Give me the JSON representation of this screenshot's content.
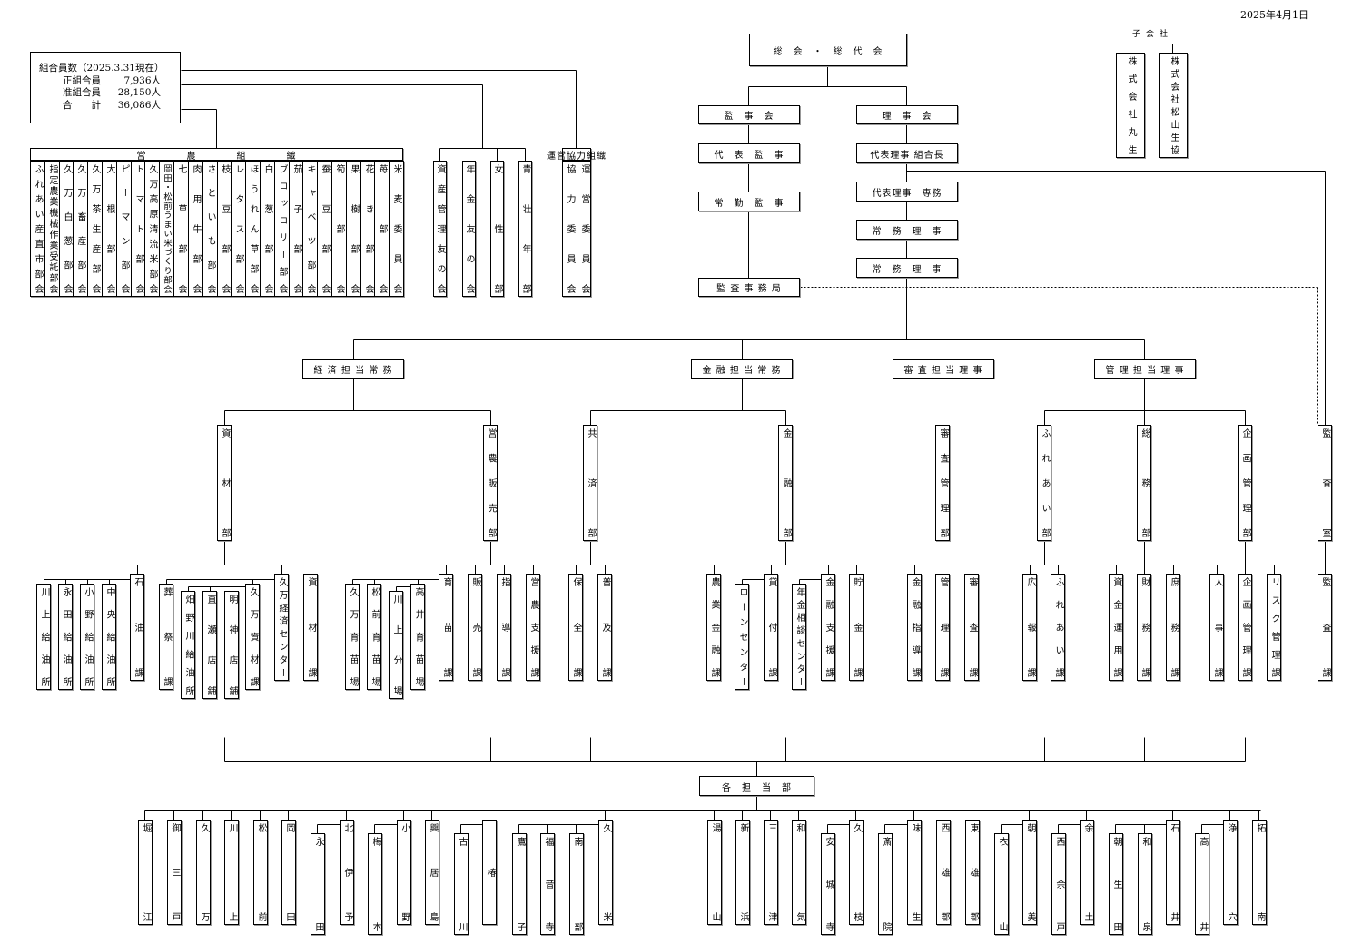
{
  "date": "2025年4月1日",
  "membership": {
    "title": "組合員数（2025.3.31現在）",
    "regular_label": "正組合員",
    "regular": "7,936人",
    "associate_label": "准組合員",
    "associate": "28,150人",
    "total_label": "合　　計",
    "total": "36,086人"
  },
  "farming_org": {
    "title": "営　　　　農　　　　組　　　　織",
    "groups": [
      "ふれあい産直市部会",
      "指定農業機械作業受託部会",
      "久万白葱部会",
      "久万畜産部会",
      "久万茶生産部会",
      "大根部会",
      "ピーマン部会",
      "トマト部会",
      "久万高原清流米部会",
      "岡田・松前うまい米づくり部会",
      "七草部会",
      "肉用牛部会",
      "さといも部会",
      "枝豆部会",
      "レタス部会",
      "ほうれん草部会",
      "白葱部会",
      "ブロッコリー部会",
      "茄子部会",
      "キャベツ部会",
      "蚕豆部会",
      "筍部会",
      "果樹部会",
      "花き部会",
      "苺部会",
      "米麦委員会"
    ]
  },
  "member_groups": [
    "資産管理友の会",
    "年金友の会",
    "女性部",
    "青壮年部"
  ],
  "cooperation": {
    "title": "運営協力組織",
    "groups": [
      "協力委員会",
      "運営委員会"
    ]
  },
  "subsidiaries": {
    "title": "子会社",
    "companies": [
      "株式会社丸生",
      "株式会社松山生協"
    ]
  },
  "general_assembly": "総　会　・　総　代　会",
  "auditors": [
    "監　事　会",
    "代　表　監　事",
    "常　勤　監　事",
    "監 査 事 務 局"
  ],
  "directors": [
    "理　事　会",
    "代表理事 組合長",
    "代表理事　専務",
    "常　務　理　事",
    "常　務　理　事"
  ],
  "divisions": [
    {
      "label": "経 済 担 当 常 務",
      "departments": [
        {
          "label": "資材部",
          "sections": [
            {
              "label": "石油課",
              "units": [
                {
                  "label": "川上給油所"
                },
                {
                  "label": "永田給油所"
                },
                {
                  "label": "小野給油所"
                },
                {
                  "label": "中央給油所"
                }
              ]
            },
            {
              "label": "久万経済センター",
              "units": [
                {
                  "label": "葬祭課"
                },
                {
                  "label": "久万資材課",
                  "units": [
                    {
                      "label": "畑野川給油所"
                    },
                    {
                      "label": "直瀬店舗"
                    },
                    {
                      "label": "明神店舗"
                    }
                  ]
                }
              ]
            },
            {
              "label": "資材課"
            }
          ]
        },
        {
          "label": "営農販売部",
          "sections": [
            {
              "label": "育苗課",
              "units": [
                {
                  "label": "久万育苗場"
                },
                {
                  "label": "松前育苗場"
                },
                {
                  "label": "高井育苗場",
                  "units": [
                    {
                      "label": "川上分場"
                    }
                  ]
                }
              ]
            },
            {
              "label": "販売課"
            },
            {
              "label": "指導課"
            },
            {
              "label": "営農支援課"
            }
          ]
        }
      ]
    },
    {
      "label": "金 融 担 当 常 務",
      "departments": [
        {
          "label": "共済部",
          "sections": [
            {
              "label": "保全課"
            },
            {
              "label": "普及課"
            }
          ]
        },
        {
          "label": "金融部",
          "sections": [
            {
              "label": "農業金融課"
            },
            {
              "label": "貸付課",
              "units": [
                {
                  "label": "ローンセンター"
                }
              ]
            },
            {
              "label": "金融支援課",
              "units": [
                {
                  "label": "年金相談センター"
                }
              ]
            },
            {
              "label": "貯金課"
            }
          ]
        }
      ]
    },
    {
      "label": "審 査 担 当 理 事",
      "departments": [
        {
          "label": "審査管理部",
          "sections": [
            {
              "label": "金融指導課"
            },
            {
              "label": "管理課"
            },
            {
              "label": "審査課"
            }
          ]
        }
      ]
    },
    {
      "label": "管 理 担 当 理 事",
      "departments": [
        {
          "label": "ふれあい部",
          "sections": [
            {
              "label": "広報課"
            },
            {
              "label": "ふれあい課"
            }
          ]
        },
        {
          "label": "総務部",
          "sections": [
            {
              "label": "資金運用課"
            },
            {
              "label": "財務課"
            },
            {
              "label": "庶務課"
            }
          ]
        },
        {
          "label": "企画管理部",
          "sections": [
            {
              "label": "人事課"
            },
            {
              "label": "企画管理課"
            },
            {
              "label": "リスク管理課"
            }
          ]
        }
      ]
    }
  ],
  "audit_office": {
    "label": "監査室",
    "sections": [
      {
        "label": "監査課"
      }
    ]
  },
  "branches": {
    "label": "各　担　当　部",
    "offices": [
      {
        "label": "堀江",
        "type": "branch"
      },
      {
        "label": "御三戸",
        "type": "branch"
      },
      {
        "label": "久万",
        "type": "branch"
      },
      {
        "label": "川上",
        "type": "branch"
      },
      {
        "label": "松前",
        "type": "branch"
      },
      {
        "label": "岡田",
        "type": "branch"
      },
      {
        "label": "永田",
        "type": "sub-branch"
      },
      {
        "label": "北伊予",
        "type": "branch"
      },
      {
        "label": "梅本",
        "type": "sub-branch"
      },
      {
        "label": "小野",
        "type": "branch"
      },
      {
        "label": "興居島",
        "type": "branch"
      },
      {
        "label": "古川",
        "type": "sub-branch"
      },
      {
        "label": "椿",
        "type": "branch"
      },
      {
        "label": "鷹子",
        "type": "sub-branch"
      },
      {
        "label": "福音寺",
        "type": "sub-branch"
      },
      {
        "label": "南部",
        "type": "sub-branch"
      },
      {
        "label": "久米",
        "type": "branch"
      },
      {
        "label": "湯山",
        "type": "branch"
      },
      {
        "label": "新浜",
        "type": "branch"
      },
      {
        "label": "三津",
        "type": "branch"
      },
      {
        "label": "和気",
        "type": "branch"
      },
      {
        "label": "安城寺",
        "type": "sub-branch"
      },
      {
        "label": "久枝",
        "type": "branch"
      },
      {
        "label": "斎院",
        "type": "sub-branch"
      },
      {
        "label": "味生",
        "type": "branch"
      },
      {
        "label": "西雄郡",
        "type": "branch"
      },
      {
        "label": "東雄郡",
        "type": "branch"
      },
      {
        "label": "衣山",
        "type": "sub-branch"
      },
      {
        "label": "朝美",
        "type": "branch"
      },
      {
        "label": "西余戸",
        "type": "sub-branch"
      },
      {
        "label": "余土",
        "type": "branch"
      },
      {
        "label": "朝生田",
        "type": "sub-branch"
      },
      {
        "label": "和泉",
        "type": "sub-branch"
      },
      {
        "label": "石井",
        "type": "branch"
      },
      {
        "label": "高井",
        "type": "sub-branch"
      },
      {
        "label": "浄穴",
        "type": "branch"
      },
      {
        "label": "拓南",
        "type": "branch"
      }
    ]
  }
}
